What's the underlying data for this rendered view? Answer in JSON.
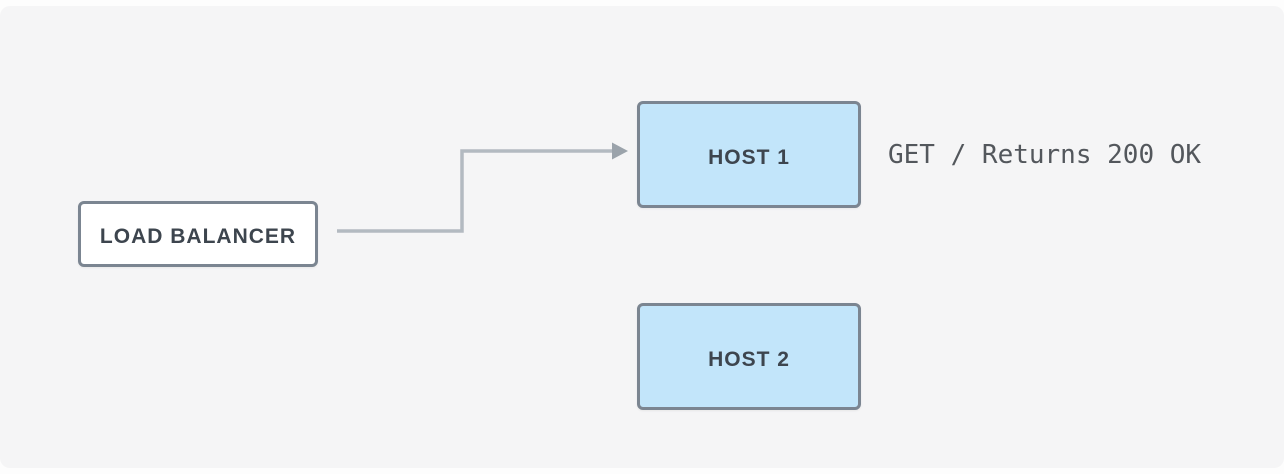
{
  "page": {
    "background_color": "#fdfdfd",
    "panel_color": "#f5f5f6"
  },
  "diagram": {
    "nodes": [
      {
        "id": "load-balancer",
        "label": "LOAD BALANCER",
        "fill": "#ffffff",
        "border_color": "#7b8591",
        "text_color": "#3d454e"
      },
      {
        "id": "host-1",
        "label": "HOST 1",
        "fill": "#c2e5fa",
        "border_color": "#7b8591",
        "text_color": "#3d454e"
      },
      {
        "id": "host-2",
        "label": "HOST 2",
        "fill": "#c2e5fa",
        "border_color": "#7b8591",
        "text_color": "#3d454e"
      }
    ],
    "edges": [
      {
        "from": "load-balancer",
        "to": "host-1",
        "style": "elbow-arrow",
        "line_color": "#b3bac1",
        "arrowhead_color": "#9ba3ab"
      }
    ],
    "annotation": {
      "text": "GET / Returns 200 OK",
      "color": "#53575c",
      "attached_to": "host-1"
    }
  }
}
